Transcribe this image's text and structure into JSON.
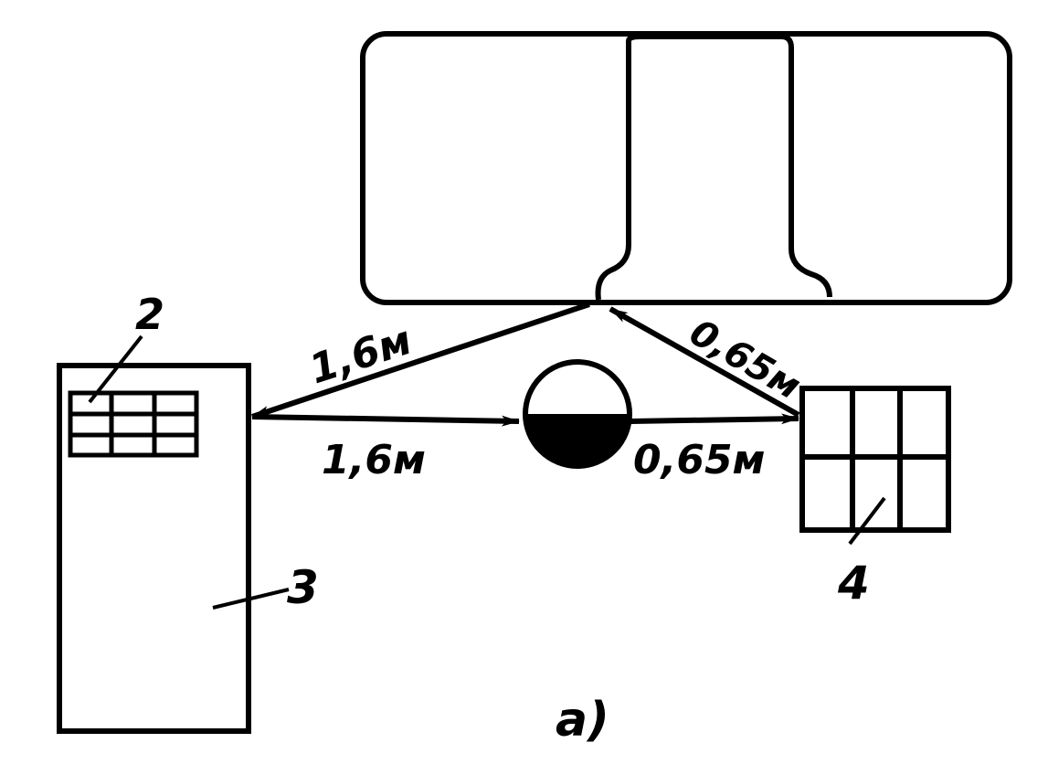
{
  "labels": {
    "callout_2": "2",
    "callout_3": "3",
    "callout_4": "4",
    "dist_upper_left": "1,6м",
    "dist_lower_left": "1,6м",
    "dist_upper_right": "0,65м",
    "dist_lower_right": "0,65м",
    "caption": "а)"
  },
  "colors": {
    "ink": "#000000",
    "background": "#ffffff"
  }
}
